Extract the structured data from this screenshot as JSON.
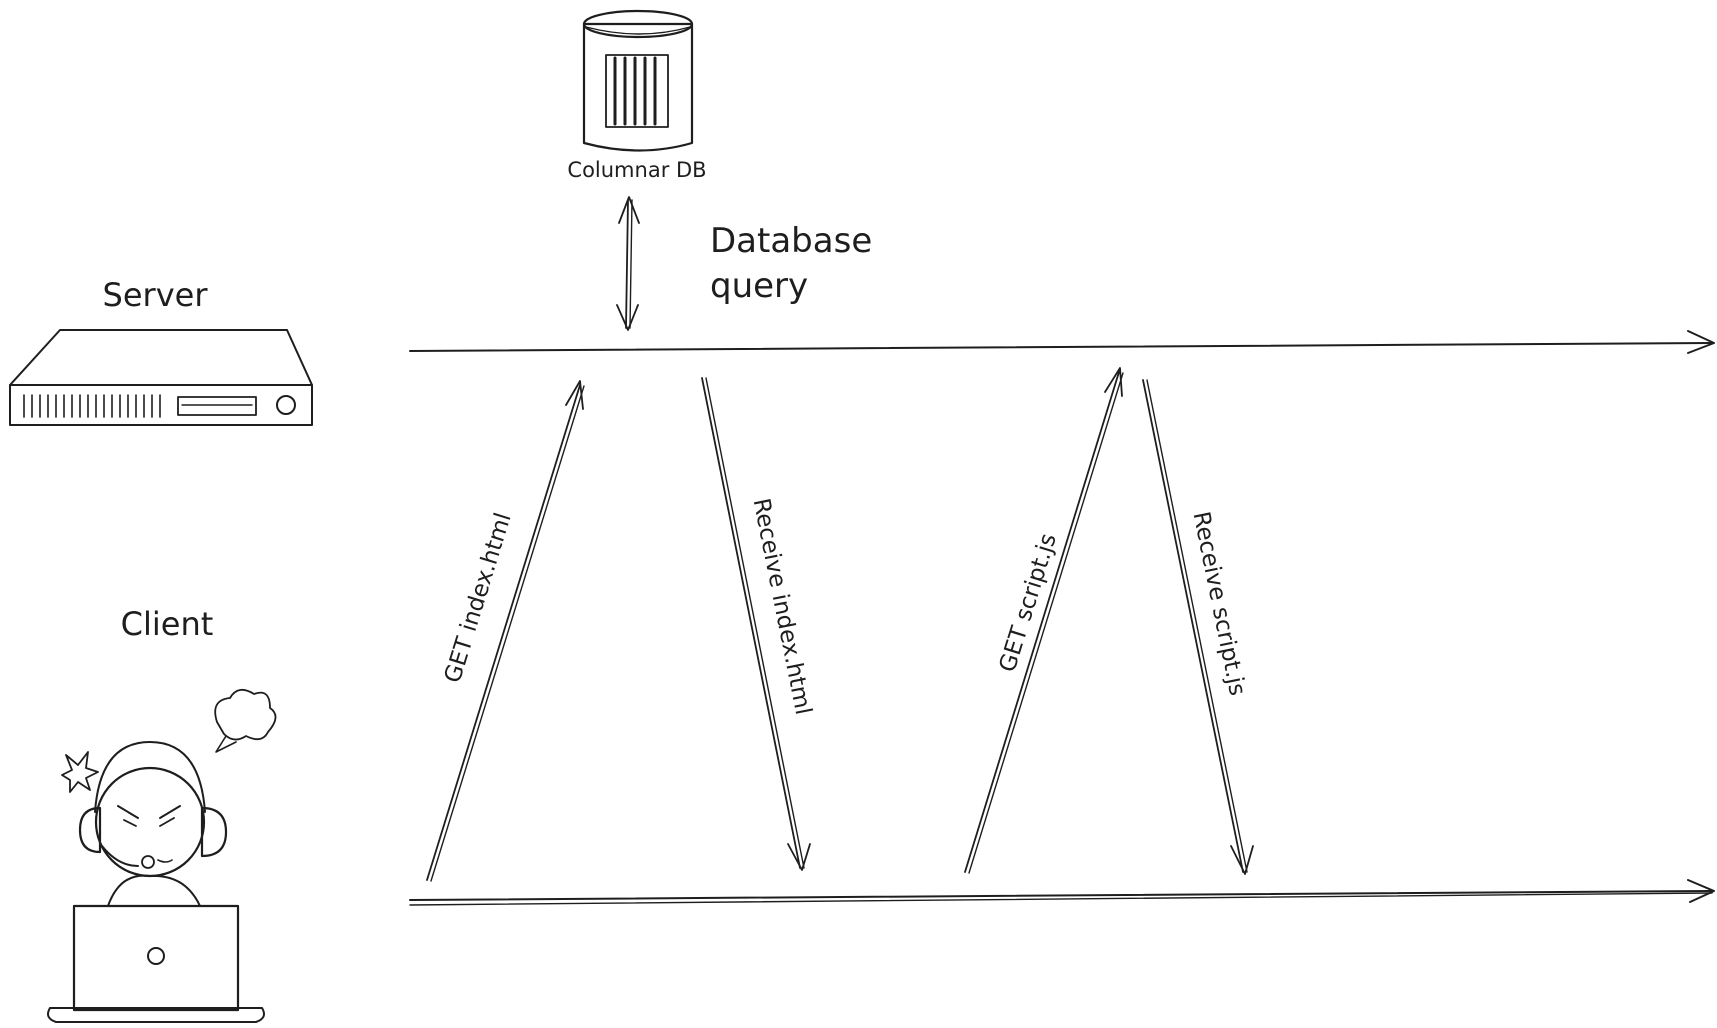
{
  "nodes": {
    "database": {
      "label": "Columnar DB",
      "icon": "database-icon"
    },
    "server": {
      "label": "Server",
      "icon": "server-rack-icon"
    },
    "client": {
      "label": "Client",
      "icon": "angry-user-at-laptop-icon"
    }
  },
  "edges": {
    "db_query": {
      "label_line1": "Database",
      "label_line2": "query"
    },
    "get_index": {
      "label": "GET index.html"
    },
    "receive_index": {
      "label": "Receive index.html"
    },
    "get_script": {
      "label": "GET script.js"
    },
    "receive_script": {
      "label": "Receive script.js"
    }
  },
  "colors": {
    "ink": "#1e1e1e",
    "db_fill": "#cfd1d3"
  }
}
